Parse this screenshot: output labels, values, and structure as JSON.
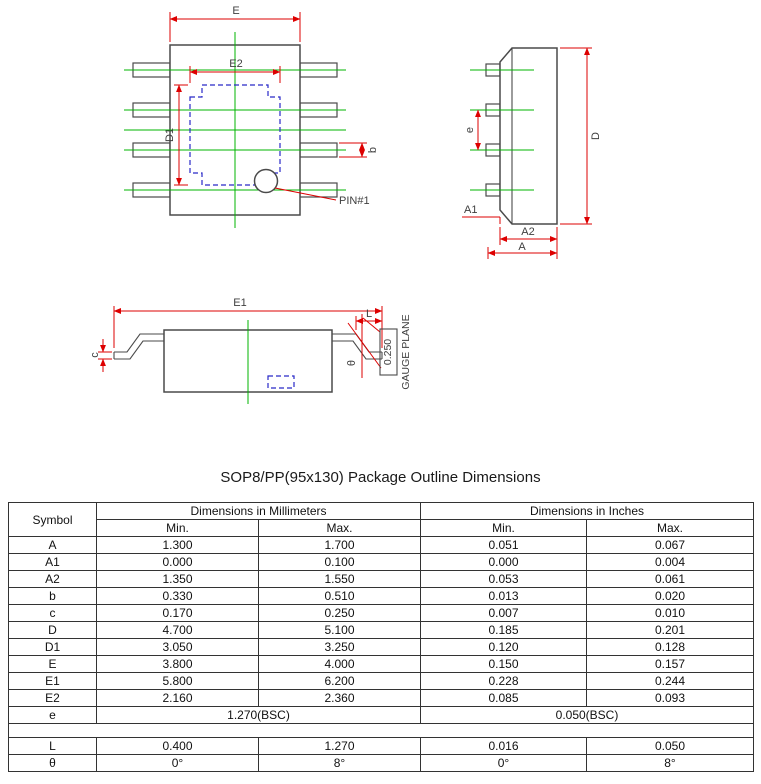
{
  "title": "SOP8/PP(95x130) Package Outline Dimensions",
  "colors": {
    "dimension_line": "#dd0000",
    "center_line": "#00b400",
    "hidden_line": "#2929c8",
    "outline": "#4a4a4a"
  },
  "drawing": {
    "top_view": {
      "E": "E",
      "E2": "E2",
      "D1": "D1",
      "b": "b",
      "pin1": "PIN#1"
    },
    "side_view": {
      "e": "e",
      "D": "D",
      "A1": "A1",
      "A2": "A2",
      "A": "A"
    },
    "front_view": {
      "E1": "E1",
      "L": "L",
      "c": "c",
      "theta": "θ",
      "gauge_value": "0.250",
      "gauge_plane": "GAUGE PLANE"
    }
  },
  "table": {
    "headers": {
      "symbol": "Symbol",
      "mm": "Dimensions in Millimeters",
      "inches": "Dimensions in Inches",
      "min": "Min.",
      "max": "Max."
    },
    "rows": [
      {
        "symbol": "A",
        "mm_min": "1.300",
        "mm_max": "1.700",
        "in_min": "0.051",
        "in_max": "0.067"
      },
      {
        "symbol": "A1",
        "mm_min": "0.000",
        "mm_max": "0.100",
        "in_min": "0.000",
        "in_max": "0.004"
      },
      {
        "symbol": "A2",
        "mm_min": "1.350",
        "mm_max": "1.550",
        "in_min": "0.053",
        "in_max": "0.061"
      },
      {
        "symbol": "b",
        "mm_min": "0.330",
        "mm_max": "0.510",
        "in_min": "0.013",
        "in_max": "0.020"
      },
      {
        "symbol": "c",
        "mm_min": "0.170",
        "mm_max": "0.250",
        "in_min": "0.007",
        "in_max": "0.010"
      },
      {
        "symbol": "D",
        "mm_min": "4.700",
        "mm_max": "5.100",
        "in_min": "0.185",
        "in_max": "0.201"
      },
      {
        "symbol": "D1",
        "mm_min": "3.050",
        "mm_max": "3.250",
        "in_min": "0.120",
        "in_max": "0.128"
      },
      {
        "symbol": "E",
        "mm_min": "3.800",
        "mm_max": "4.000",
        "in_min": "0.150",
        "in_max": "0.157"
      },
      {
        "symbol": "E1",
        "mm_min": "5.800",
        "mm_max": "6.200",
        "in_min": "0.228",
        "in_max": "0.244"
      },
      {
        "symbol": "E2",
        "mm_min": "2.160",
        "mm_max": "2.360",
        "in_min": "0.085",
        "in_max": "0.093"
      }
    ],
    "row_e": {
      "symbol": "e",
      "mm": "1.270(BSC)",
      "inch": "0.050(BSC)"
    },
    "rows2": [
      {
        "symbol": "L",
        "mm_min": "0.400",
        "mm_max": "1.270",
        "in_min": "0.016",
        "in_max": "0.050"
      },
      {
        "symbol": "θ",
        "mm_min": "0°",
        "mm_max": "8°",
        "in_min": "0°",
        "in_max": "8°"
      }
    ]
  }
}
